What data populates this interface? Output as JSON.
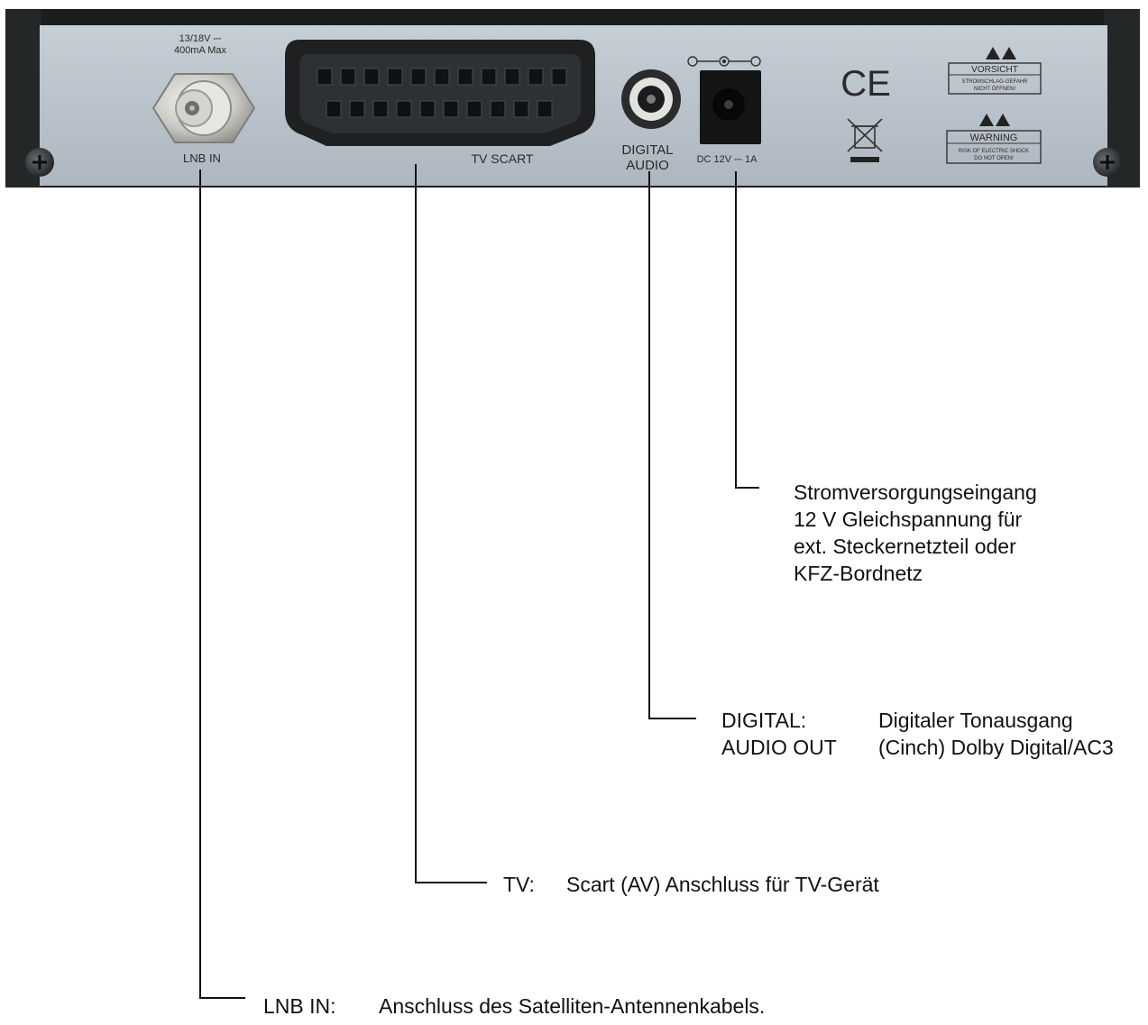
{
  "device_labels": {
    "lnb_rating_line1": "13/18V ⎓",
    "lnb_rating_line2": "400mA Max",
    "lnb_in": "LNB IN",
    "tv_scart": "TV SCART",
    "digital_audio_line1": "DIGITAL",
    "digital_audio_line2": "AUDIO",
    "dc_input": "DC 12V ⎓ 1A",
    "ce_mark": "CE",
    "vorsicht_title": "VORSICHT",
    "vorsicht_text_line1": "STROMSCHLAG-GEFAHR",
    "vorsicht_text_line2": "NICHT ÖFFNEN!",
    "warning_title": "WARNING",
    "warning_text_line1": "RISK OF ELECTRIC SHOCK",
    "warning_text_line2": "DO NOT OPEN!"
  },
  "callouts": {
    "power": {
      "lines": [
        "Stromversorgungseingang",
        "12 V Gleichspannung für",
        "ext. Steckernetzteil oder",
        "KFZ-Bordnetz"
      ]
    },
    "digital_audio": {
      "term_line1": "DIGITAL:",
      "term_line2": "AUDIO OUT",
      "desc_line1": "Digitaler Tonausgang",
      "desc_line2": "(Cinch) Dolby Digital/AC3"
    },
    "tv": {
      "term": "TV:",
      "desc": "Scart (AV) Anschluss für TV-Gerät"
    },
    "lnb": {
      "term": "LNB IN:",
      "desc": "Anschluss des Satelliten-Antennenkabels."
    }
  },
  "colors": {
    "panel": "#b9c2cc",
    "housing": "#1b1e1f",
    "leader_line": "#111111"
  }
}
